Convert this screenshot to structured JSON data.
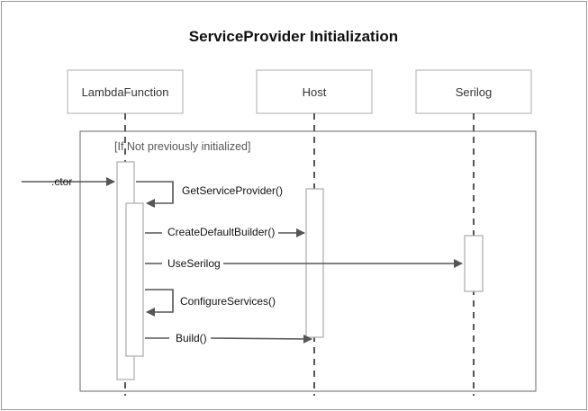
{
  "title": "ServiceProvider Initialization",
  "participants": [
    {
      "name": "LambdaFunction"
    },
    {
      "name": "Host"
    },
    {
      "name": "Serilog"
    }
  ],
  "frame": {
    "label": "[If Not previously initialized]"
  },
  "messages": [
    {
      "label": ".ctor",
      "from": "external",
      "to": "LambdaFunction"
    },
    {
      "label": "GetServiceProvider()",
      "from": "LambdaFunction",
      "to": "LambdaFunction"
    },
    {
      "label": "CreateDefaultBuilder()",
      "from": "LambdaFunction",
      "to": "Host"
    },
    {
      "label": "UseSerilog",
      "from": "LambdaFunction",
      "to": "Serilog"
    },
    {
      "label": "ConfigureServices()",
      "from": "LambdaFunction",
      "to": "LambdaFunction"
    },
    {
      "label": "Build()",
      "from": "LambdaFunction",
      "to": "Host"
    }
  ],
  "colors": {
    "line": "#555555",
    "box_border": "#bbbbbb",
    "lifeline": "#444444"
  }
}
